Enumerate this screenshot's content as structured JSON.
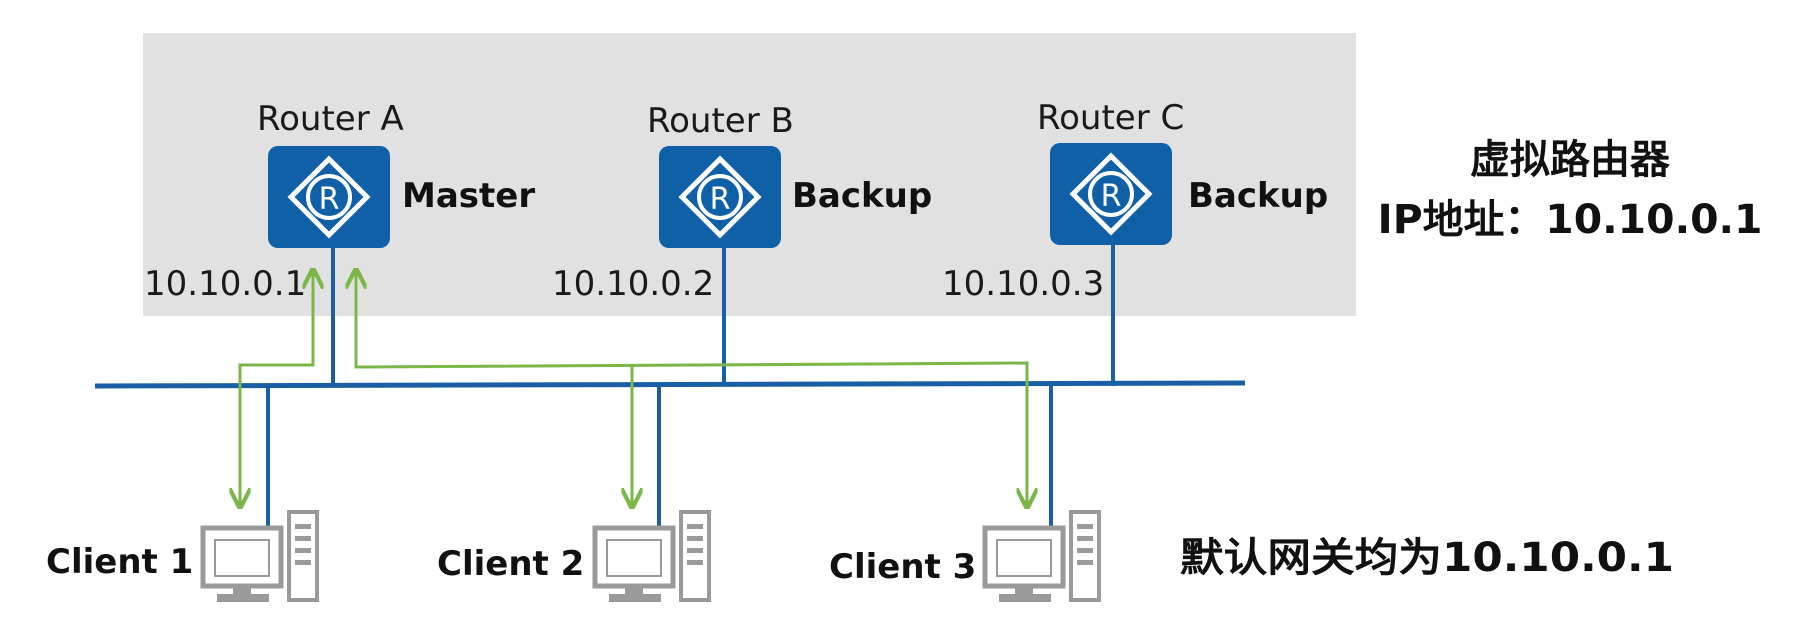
{
  "colors": {
    "panel": "#e1e1e1",
    "router_fill": "#1060a8",
    "bus_line": "#1a5fa6",
    "flow_arrow": "#7ab648",
    "pc_gray": "#9a9a9a"
  },
  "routers": [
    {
      "name": "Router A",
      "role": "Master",
      "ip": "10.10.0.1",
      "icon": "router-icon"
    },
    {
      "name": "Router B",
      "role": "Backup",
      "ip": "10.10.0.2",
      "icon": "router-icon"
    },
    {
      "name": "Router C",
      "role": "Backup",
      "ip": "10.10.0.3",
      "icon": "router-icon"
    }
  ],
  "virtual_router": {
    "line1": "虚拟路由器",
    "line2": "IP地址：10.10.0.1"
  },
  "clients": [
    {
      "name": "Client 1",
      "icon": "computer-icon"
    },
    {
      "name": "Client 2",
      "icon": "computer-icon"
    },
    {
      "name": "Client 3",
      "icon": "computer-icon"
    }
  ],
  "gateway_note": "默认网关均为10.10.0.1"
}
